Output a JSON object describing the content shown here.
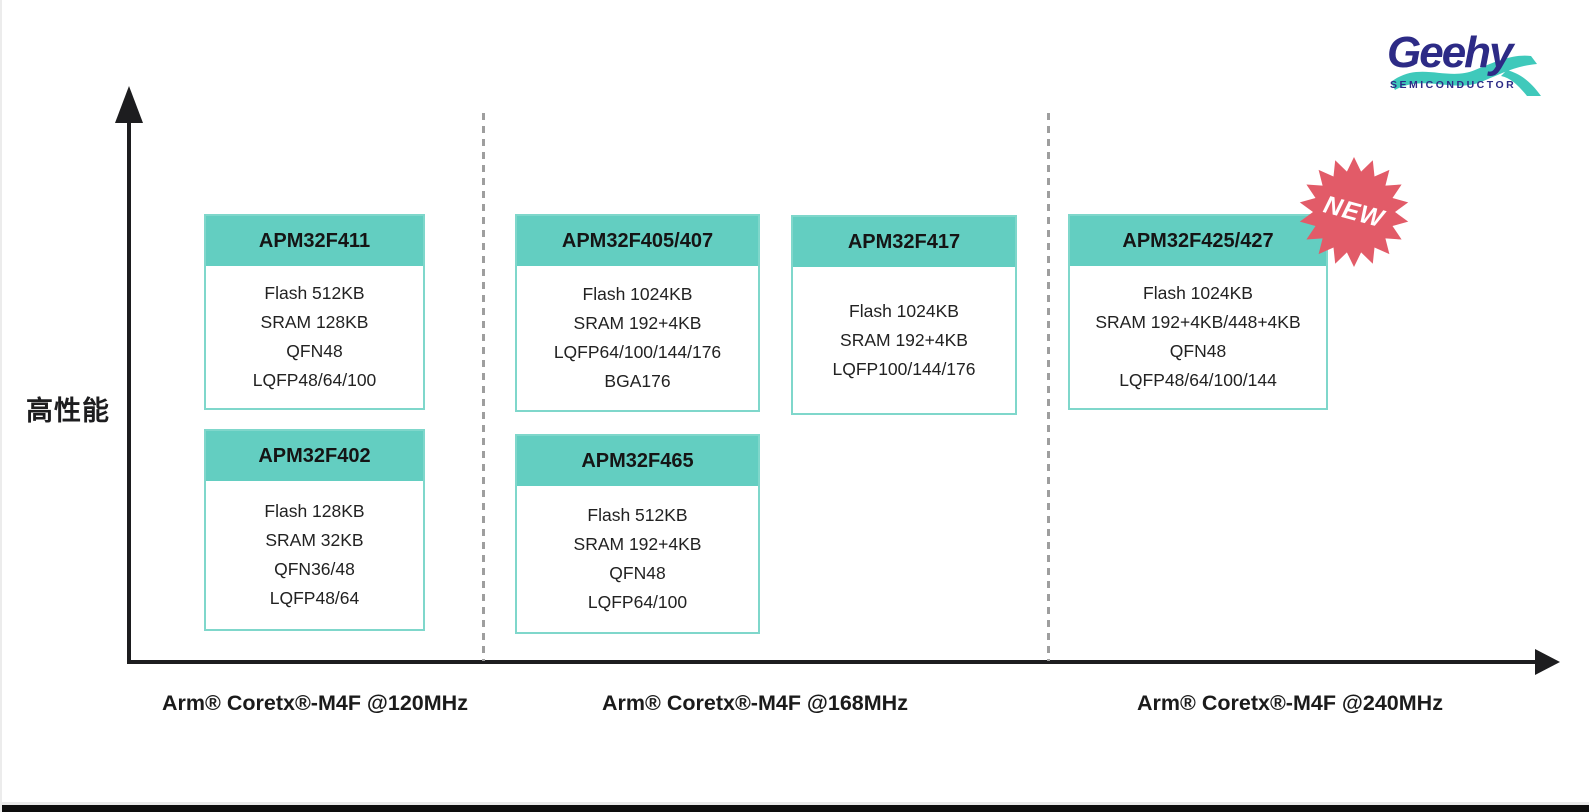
{
  "colors": {
    "header_teal": "#63cec1",
    "box_border": "#7fd7cb",
    "text": "#1d1d1f",
    "dash_gray": "#9e9e9e",
    "badge_red": "#e25b68",
    "logo_navy": "#2d2b86",
    "logo_teal": "#3fc9bb"
  },
  "y_axis": {
    "label": "高性能"
  },
  "x_axis": {
    "labels": [
      "Arm® Coretx®-M4F @120MHz",
      "Arm® Coretx®-M4F @168MHz",
      "Arm® Coretx®-M4F @240MHz"
    ]
  },
  "badge": {
    "label": "NEW"
  },
  "logo": {
    "brand": "Geehy",
    "subtitle": "SEMICONDUCTOR"
  },
  "products": [
    {
      "name": "APM32F411",
      "specs": [
        "Flash 512KB",
        "SRAM 128KB",
        "QFN48",
        "LQFP48/64/100"
      ]
    },
    {
      "name": "APM32F402",
      "specs": [
        "Flash 128KB",
        "SRAM 32KB",
        "QFN36/48",
        "LQFP48/64"
      ]
    },
    {
      "name": "APM32F405/407",
      "specs": [
        "Flash 1024KB",
        "SRAM 192+4KB",
        "LQFP64/100/144/176",
        "BGA176"
      ]
    },
    {
      "name": "APM32F465",
      "specs": [
        "Flash 512KB",
        "SRAM 192+4KB",
        "QFN48",
        "LQFP64/100"
      ]
    },
    {
      "name": "APM32F417",
      "specs": [
        "Flash 1024KB",
        "SRAM 192+4KB",
        "LQFP100/144/176"
      ]
    },
    {
      "name": "APM32F425/427",
      "specs": [
        "Flash 1024KB",
        "SRAM 192+4KB/448+4KB",
        "QFN48",
        "LQFP48/64/100/144"
      ]
    }
  ]
}
